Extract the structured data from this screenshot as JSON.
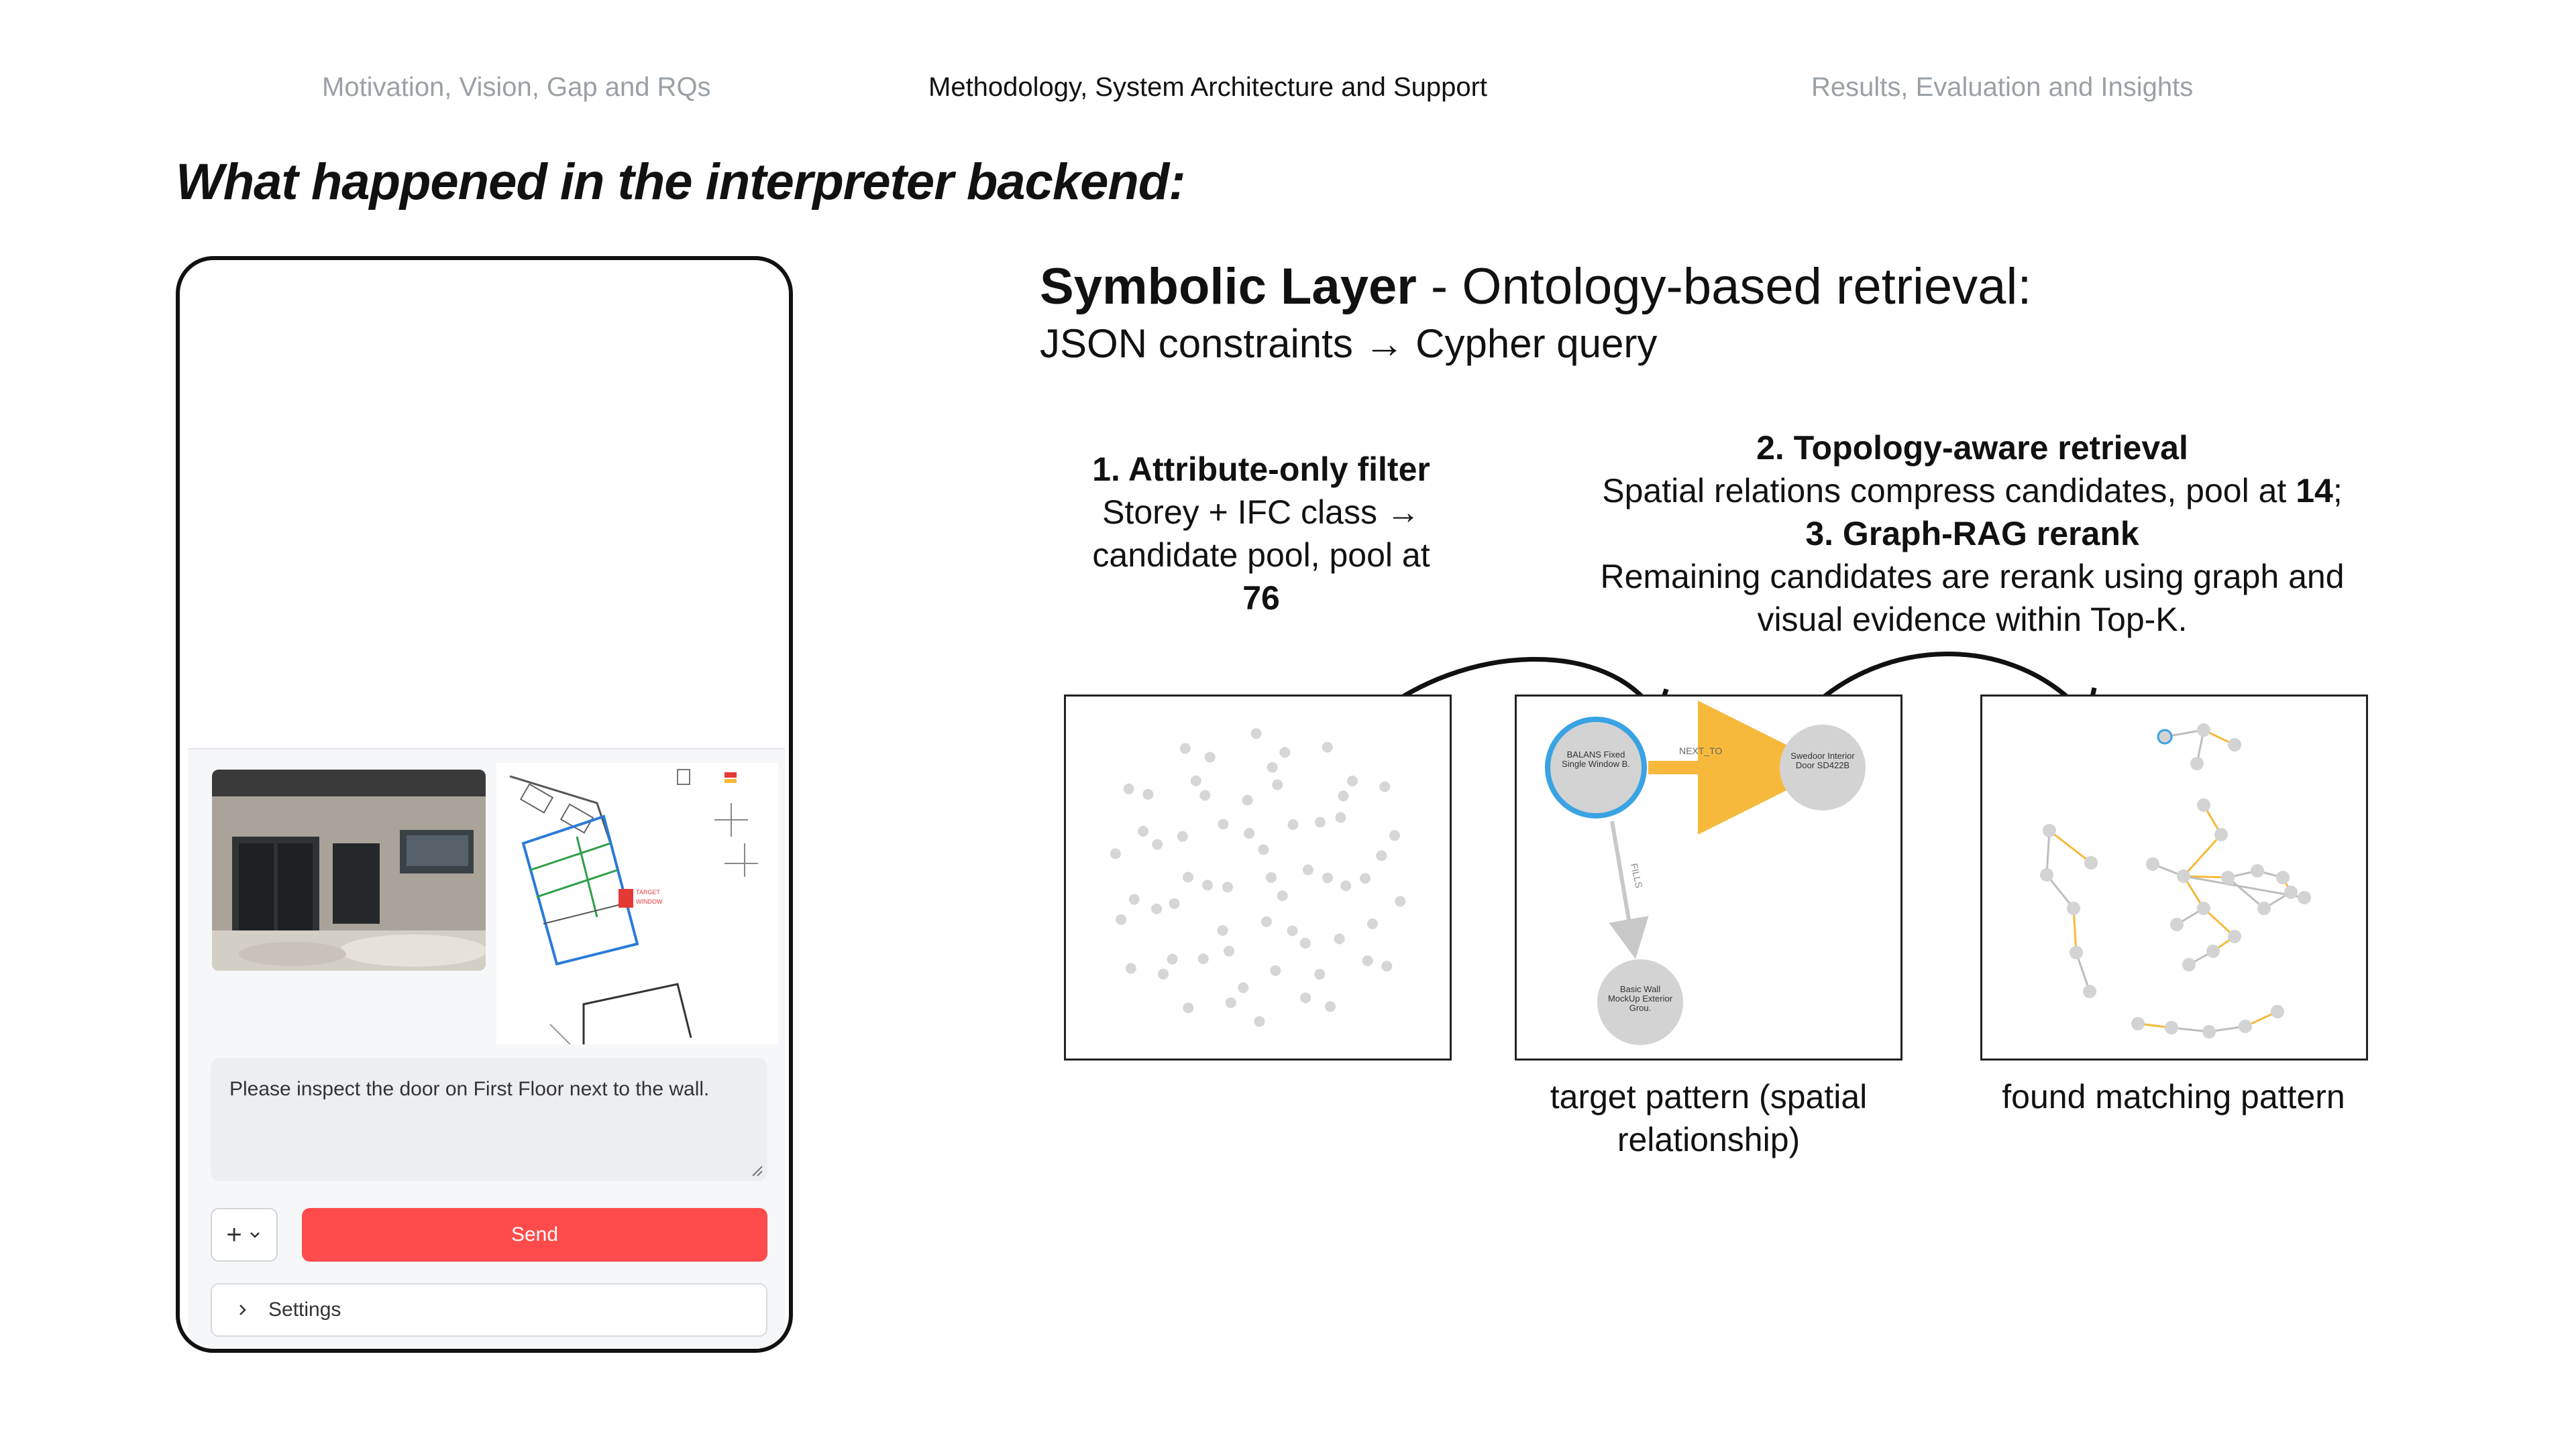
{
  "nav": {
    "tabs": [
      {
        "label": "Motivation, Vision, Gap and RQs",
        "active": false
      },
      {
        "label": "Methodology, System Architecture and Support",
        "active": true
      },
      {
        "label": "Results, Evaluation and Insights",
        "active": false
      }
    ]
  },
  "heading": "What happened in the interpreter backend:",
  "chat": {
    "prompt_text": "Please inspect the door on First Floor next to the wall.",
    "plus_label": "+",
    "send_label": "Send",
    "settings_label": "Settings"
  },
  "plan_labels": {
    "tag1": "TARGET",
    "tag2": "WINDOW"
  },
  "symbolic": {
    "title_bold": "Symbolic Layer",
    "title_rest": " - Ontology-based retrieval:",
    "subtitle": "JSON constraints → Cypher query"
  },
  "steps": {
    "step1": {
      "title": "1. Attribute-only filter",
      "line1": "Storey + IFC class →",
      "line2": "candidate pool, pool at",
      "count": "76"
    },
    "step2": {
      "title": "2. Topology-aware retrieval",
      "text_pre": "Spatial relations compress candidates, pool at ",
      "count": "14",
      "text_post": ";"
    },
    "step3": {
      "title": "3. Graph-RAG rerank",
      "line1": "Remaining candidates are rerank using graph and",
      "line2": "visual evidence within Top-K."
    }
  },
  "graph": {
    "node_window": "BALANS Fixed Single Window B.",
    "node_door": "Swedoor Interior Door SD422B",
    "node_wall": "Basic Wall MockUp Exterior Grou.",
    "edge_next_to": "NEXT_TO",
    "edge_fills": "FILLS"
  },
  "captions": {
    "target": "target pattern (spatial relationship)",
    "found": "found matching pattern"
  },
  "colors": {
    "accent_red": "#ff4b4b",
    "edge_orange": "#f6b93b",
    "node_highlight": "#3aa3e3",
    "node_gray": "#d3d3d3"
  }
}
